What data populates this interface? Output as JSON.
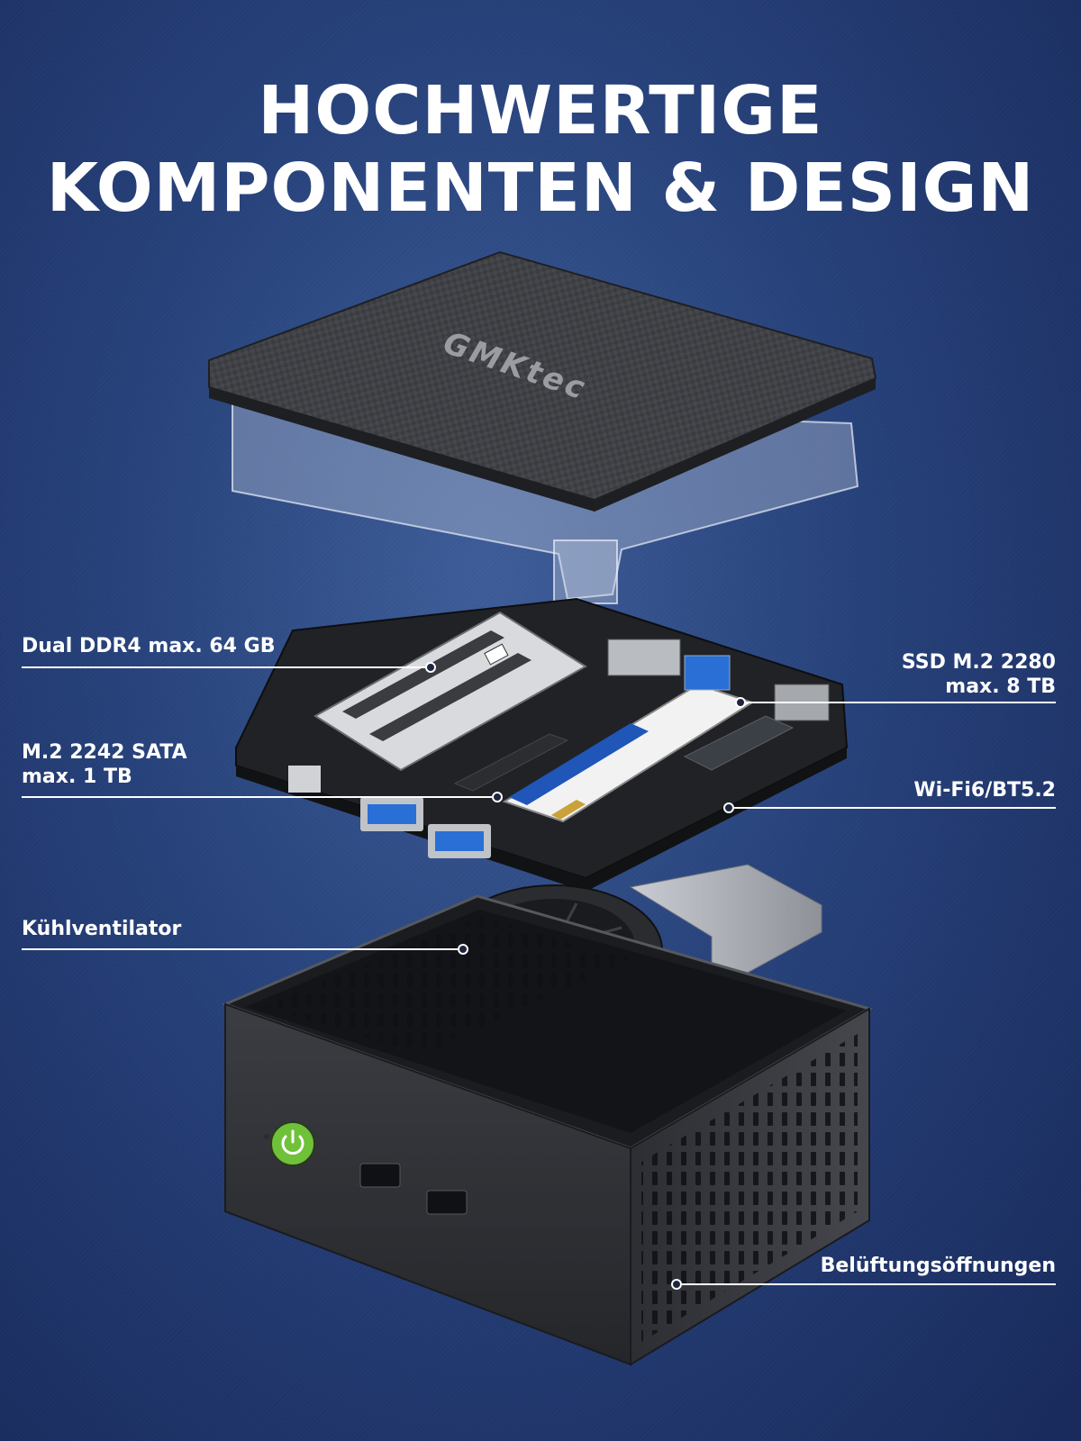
{
  "heading": {
    "line1": "HOCHWERTIGE",
    "line2": "KOMPONENTEN & DESIGN"
  },
  "lid": {
    "brand_logo_text": "GMKtec"
  },
  "callouts": {
    "ram": {
      "line1": "Dual DDR4 max. 64 GB"
    },
    "m2_sata": {
      "line1": "M.2 2242 SATA",
      "line2": "max. 1 TB"
    },
    "fan": {
      "line1": "Kühlventilator"
    },
    "ssd": {
      "line1": "SSD M.2 2280",
      "line2": "max. 8 TB"
    },
    "wifi": {
      "line1": "Wi-Fi6/BT5.2"
    },
    "vents": {
      "line1": "Belüftungsöffnungen"
    }
  },
  "colors": {
    "background_dark": "#17295a",
    "background_light": "#3e5d99",
    "power_button": "#6fc13a",
    "usb_blue": "#2a6fd6",
    "text": "#ffffff"
  },
  "icons": [
    "power-icon"
  ]
}
